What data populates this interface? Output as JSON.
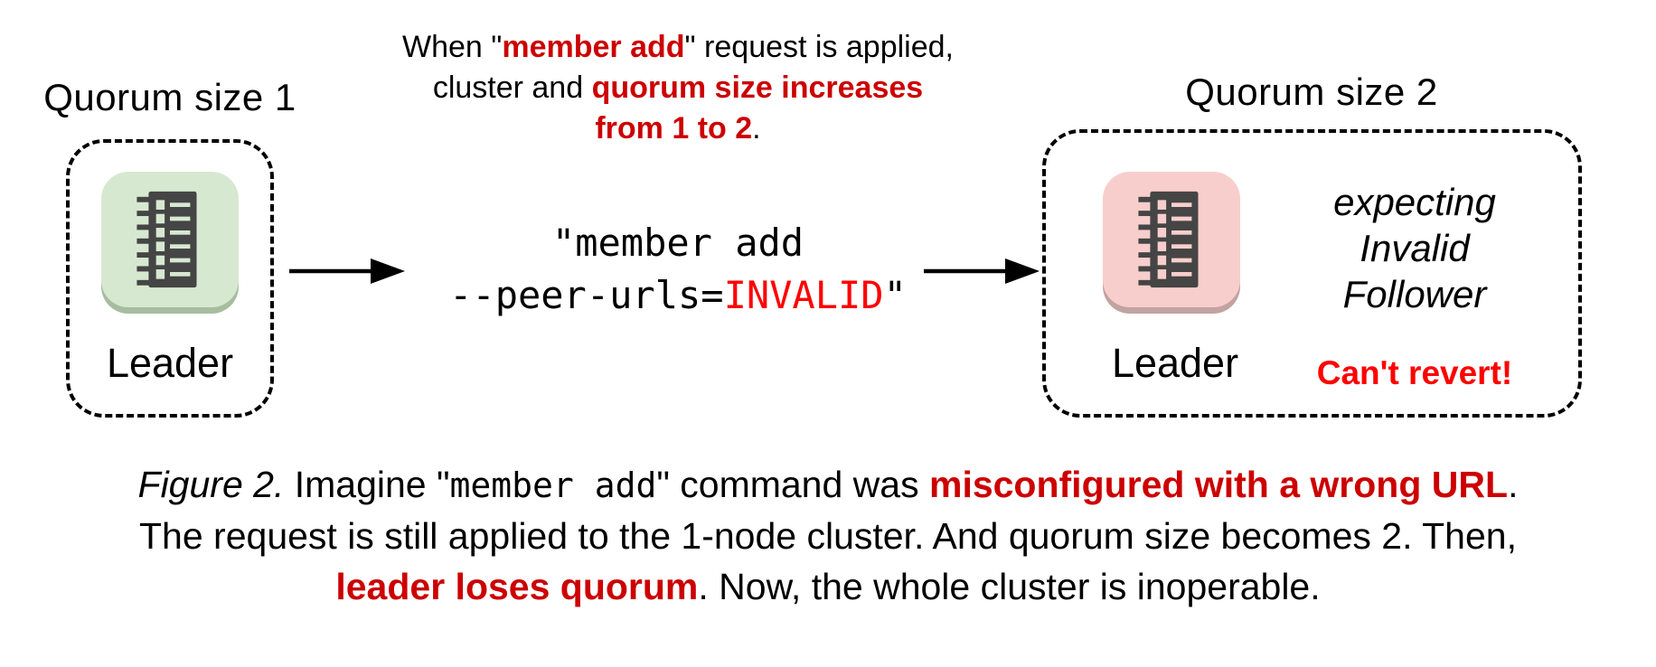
{
  "colors": {
    "red_bold": "#cc0000",
    "red_bright": "#ff0000",
    "green_fill": "#d7e8d1",
    "green_shadow": "#a6bd9f",
    "pink_fill": "#f8cecc",
    "pink_shadow": "#c2a3a1",
    "icon_dark": "#454545"
  },
  "left_cluster": {
    "title": "Quorum size 1",
    "node_label": "Leader"
  },
  "right_cluster": {
    "title": "Quorum size 2",
    "node_label": "Leader",
    "expect_line1": "expecting",
    "expect_line2": "Invalid",
    "expect_line3": "Follower",
    "cant_revert": "Can't revert!"
  },
  "top_note": {
    "l1_pre": "When \"",
    "l1_red": "member add",
    "l1_post": "\" request is applied,",
    "l2_pre": "cluster and ",
    "l2_red": "quorum size increases",
    "l3_red": "from 1 to 2",
    "l3_post": "."
  },
  "command": {
    "line1": "\"member add",
    "line2_pre": "--peer-urls=",
    "line2_red": "INVALID",
    "line2_post": "\""
  },
  "caption": {
    "fig_label": "Figure 2.",
    "l1_a": " Imagine \"",
    "l1_code": "member add",
    "l1_b": "\" command was ",
    "l1_red": "misconfigured with a wrong URL",
    "l1_c": ".",
    "l2": "The request is still applied to the 1-node cluster. And quorum size becomes 2. Then,",
    "l3_red": "leader loses quorum",
    "l3_a": ". Now, the whole cluster is inoperable."
  }
}
